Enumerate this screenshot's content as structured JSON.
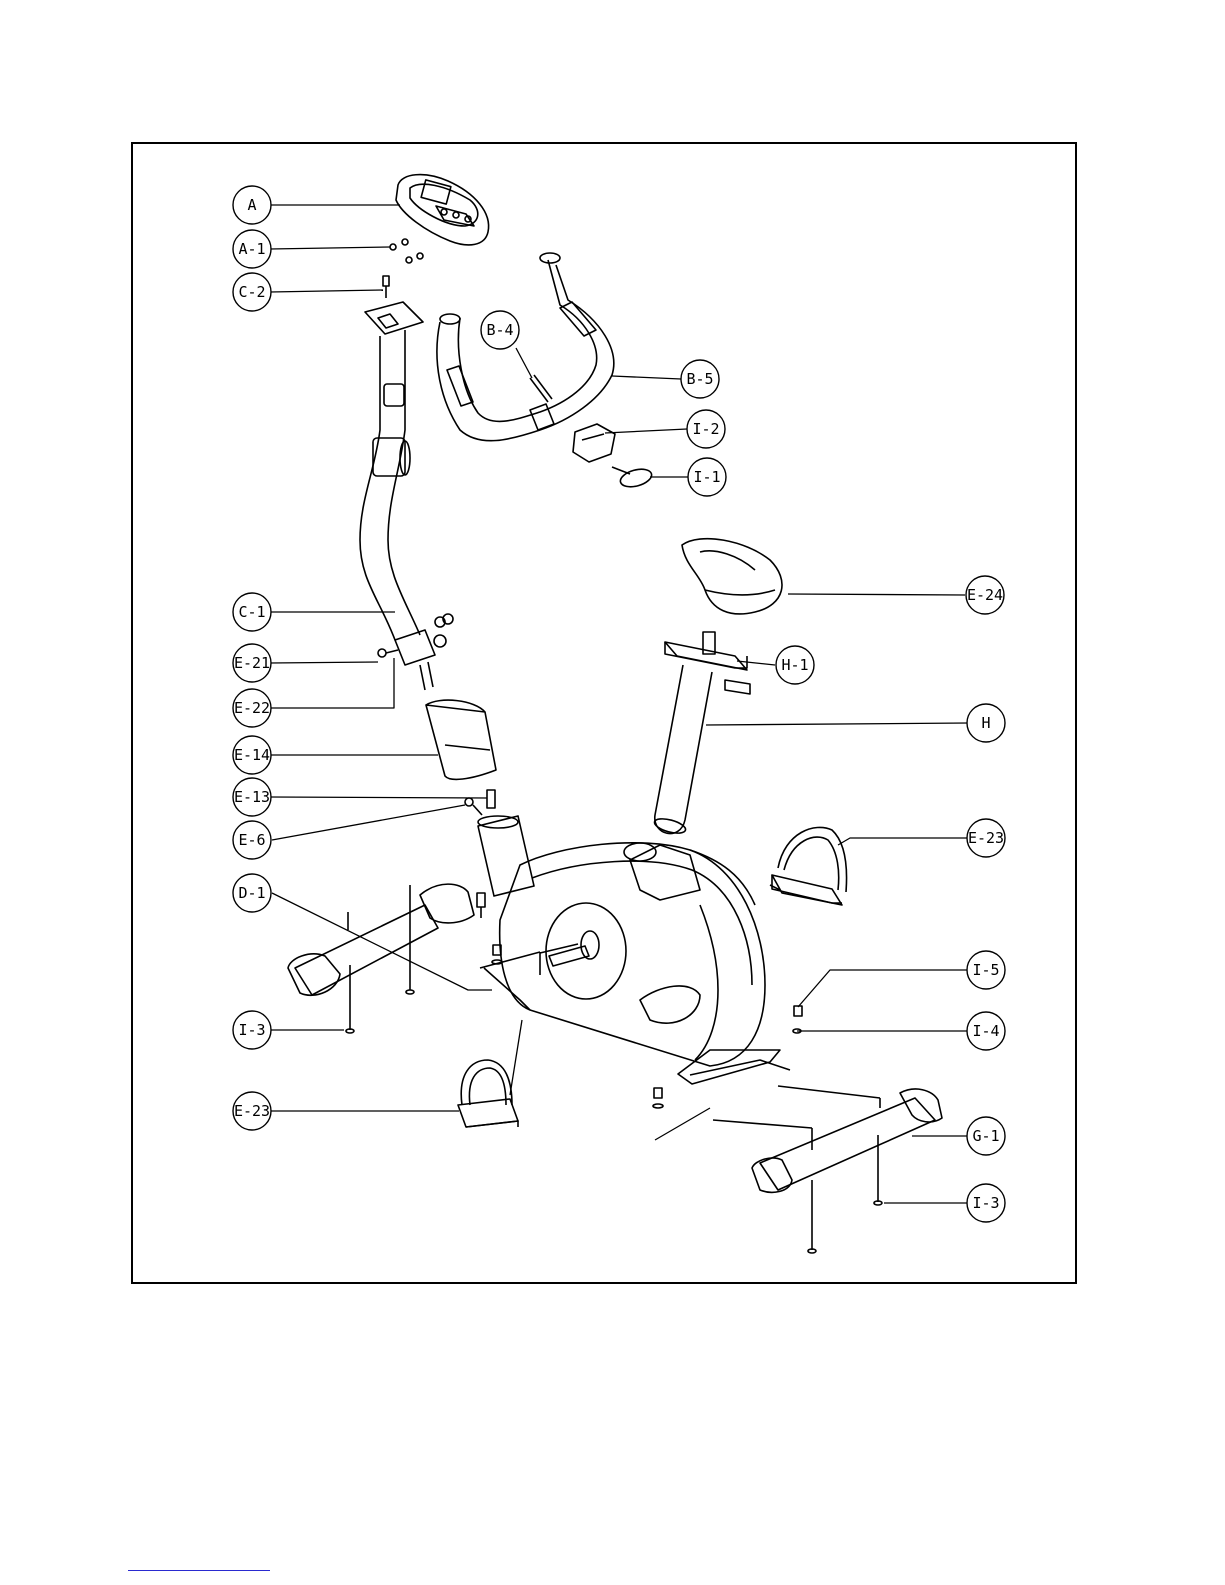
{
  "diagram": {
    "type": "exploded-parts-view",
    "callouts": [
      {
        "id": "A",
        "label": "A"
      },
      {
        "id": "A-1",
        "label": "A-1"
      },
      {
        "id": "C-2",
        "label": "C-2"
      },
      {
        "id": "B-4",
        "label": "B-4"
      },
      {
        "id": "B-5",
        "label": "B-5"
      },
      {
        "id": "I-2",
        "label": "I-2"
      },
      {
        "id": "I-1",
        "label": "I-1"
      },
      {
        "id": "E-24",
        "label": "E-24"
      },
      {
        "id": "C-1",
        "label": "C-1"
      },
      {
        "id": "E-21",
        "label": "E-21"
      },
      {
        "id": "H-1",
        "label": "H-1"
      },
      {
        "id": "E-22",
        "label": "E-22"
      },
      {
        "id": "H",
        "label": "H"
      },
      {
        "id": "E-14",
        "label": "E-14"
      },
      {
        "id": "E-13",
        "label": "E-13"
      },
      {
        "id": "E-6",
        "label": "E-6"
      },
      {
        "id": "E-23-right",
        "label": "E-23"
      },
      {
        "id": "D-1",
        "label": "D-1"
      },
      {
        "id": "I-5",
        "label": "I-5"
      },
      {
        "id": "I-3-left",
        "label": "I-3"
      },
      {
        "id": "I-4",
        "label": "I-4"
      },
      {
        "id": "E-23-left",
        "label": "E-23"
      },
      {
        "id": "G-1",
        "label": "G-1"
      },
      {
        "id": "I-3-right",
        "label": "I-3"
      }
    ]
  }
}
